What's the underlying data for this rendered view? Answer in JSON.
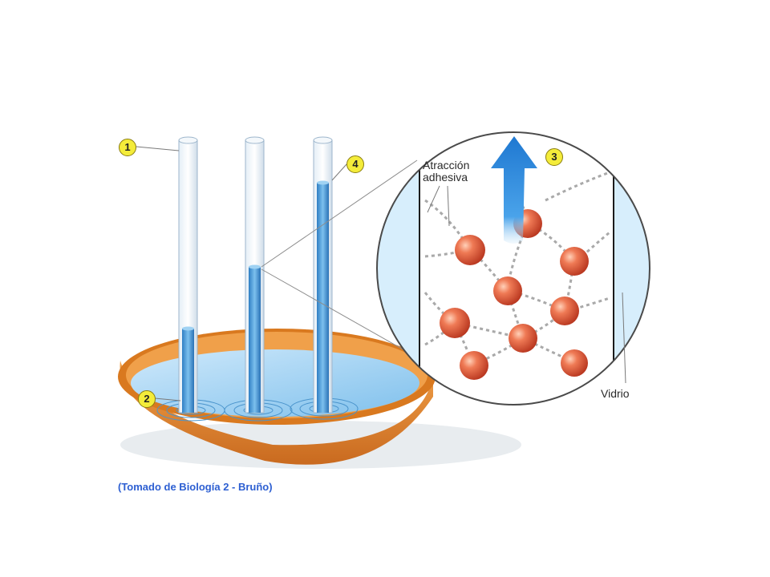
{
  "callouts": {
    "c1": "1",
    "c2": "2",
    "c3": "3",
    "c4": "4"
  },
  "labels": {
    "adhesion_line1": "Atracción",
    "adhesion_line2": "adhesiva",
    "glass": "Vidrio"
  },
  "caption": "(Tomado de Biología 2 - Bruño)",
  "colors": {
    "water": "#5aa9e0",
    "dish": "#e8923a",
    "molecule": "#e0553a",
    "arrow": "#2c86d8",
    "callout_fill": "#f4ec3a"
  }
}
